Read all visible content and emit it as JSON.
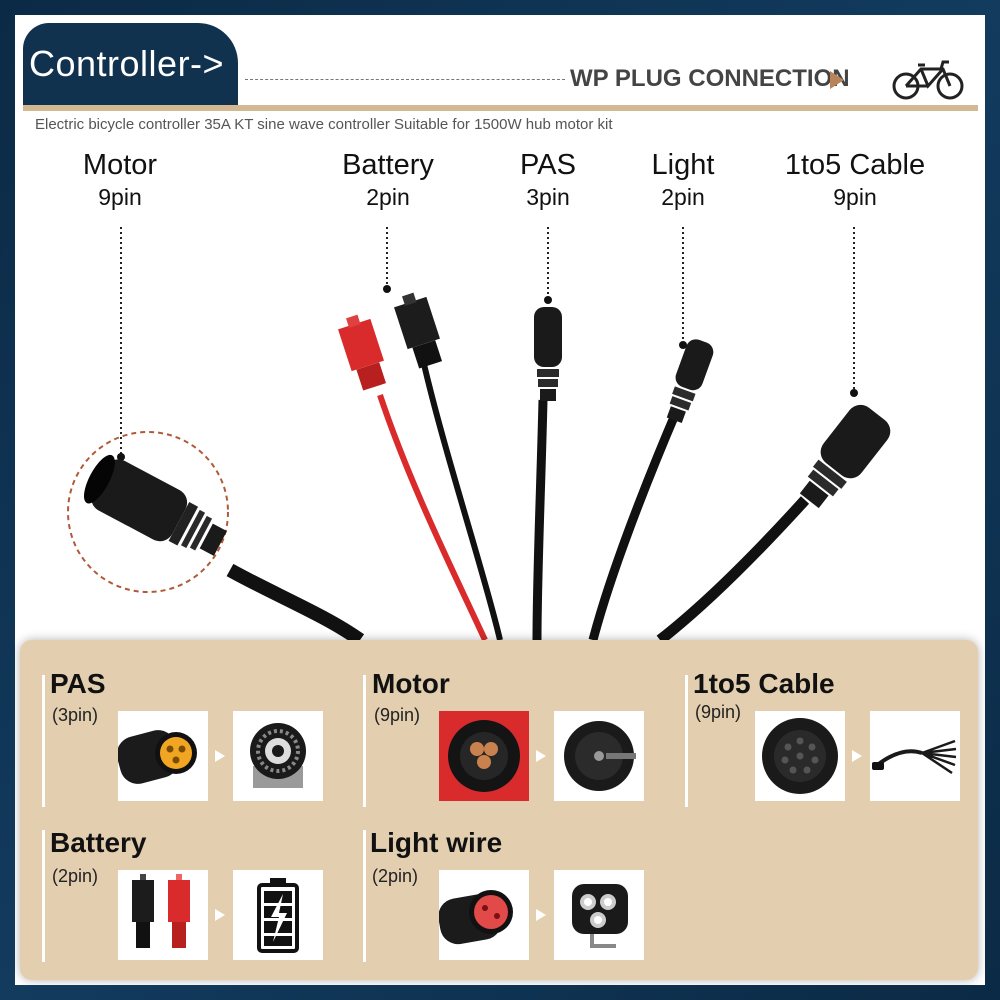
{
  "header": {
    "badge": "Controller->",
    "title": "WP PLUG CONNECTION",
    "description": "Electric bicycle controller 35A KT sine wave controller Suitable for 1500W hub motor kit",
    "bike_icon": "bicycle-icon"
  },
  "labels": [
    {
      "name": "Motor",
      "pins": "9pin"
    },
    {
      "name": "Battery",
      "pins": "2pin"
    },
    {
      "name": "PAS",
      "pins": "3pin"
    },
    {
      "name": "Light",
      "pins": "2pin"
    },
    {
      "name": "1to5 Cable",
      "pins": "9pin"
    }
  ],
  "cards": [
    {
      "title": "PAS",
      "pins": "(3pin)"
    },
    {
      "title": "Motor",
      "pins": "(9pin)"
    },
    {
      "title": "1to5 Cable",
      "pins": "(9pin)"
    },
    {
      "title": "Battery",
      "pins": "(2pin)"
    },
    {
      "title": "Light wire",
      "pins": "(2pin)"
    }
  ],
  "colors": {
    "badge": "#11324f",
    "band": "#d3b992",
    "panel": "#e3cfb0",
    "accent": "#b8855a",
    "connector_red": "#d92b2b"
  }
}
